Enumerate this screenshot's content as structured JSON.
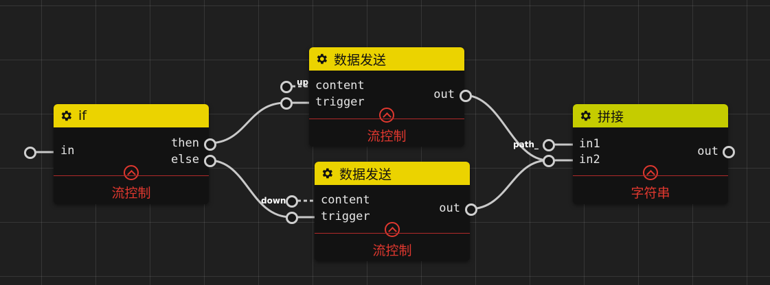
{
  "colors": {
    "header_yellow": "#ebd300",
    "header_lime": "#c5cc00",
    "footer_red": "#e0382f",
    "wire": "#c9c9c9"
  },
  "nodes": {
    "if": {
      "title": "if",
      "icon": "gear-icon",
      "inputs": [
        "in"
      ],
      "outputs": [
        "then",
        "else"
      ],
      "footer": "流控制"
    },
    "send_up": {
      "title": "数据发送",
      "icon": "gear-icon",
      "inputs": [
        "content",
        "trigger"
      ],
      "outputs": [
        "out"
      ],
      "footer": "流控制",
      "content_input_label": "up"
    },
    "send_down": {
      "title": "数据发送",
      "icon": "gear-icon",
      "inputs": [
        "content",
        "trigger"
      ],
      "outputs": [
        "out"
      ],
      "footer": "流控制",
      "content_input_label": "down"
    },
    "concat": {
      "title": "拼接",
      "icon": "gear-icon",
      "inputs": [
        "in1",
        "in2"
      ],
      "outputs": [
        "out"
      ],
      "footer": "字符串",
      "in1_input_label": "path_"
    }
  }
}
